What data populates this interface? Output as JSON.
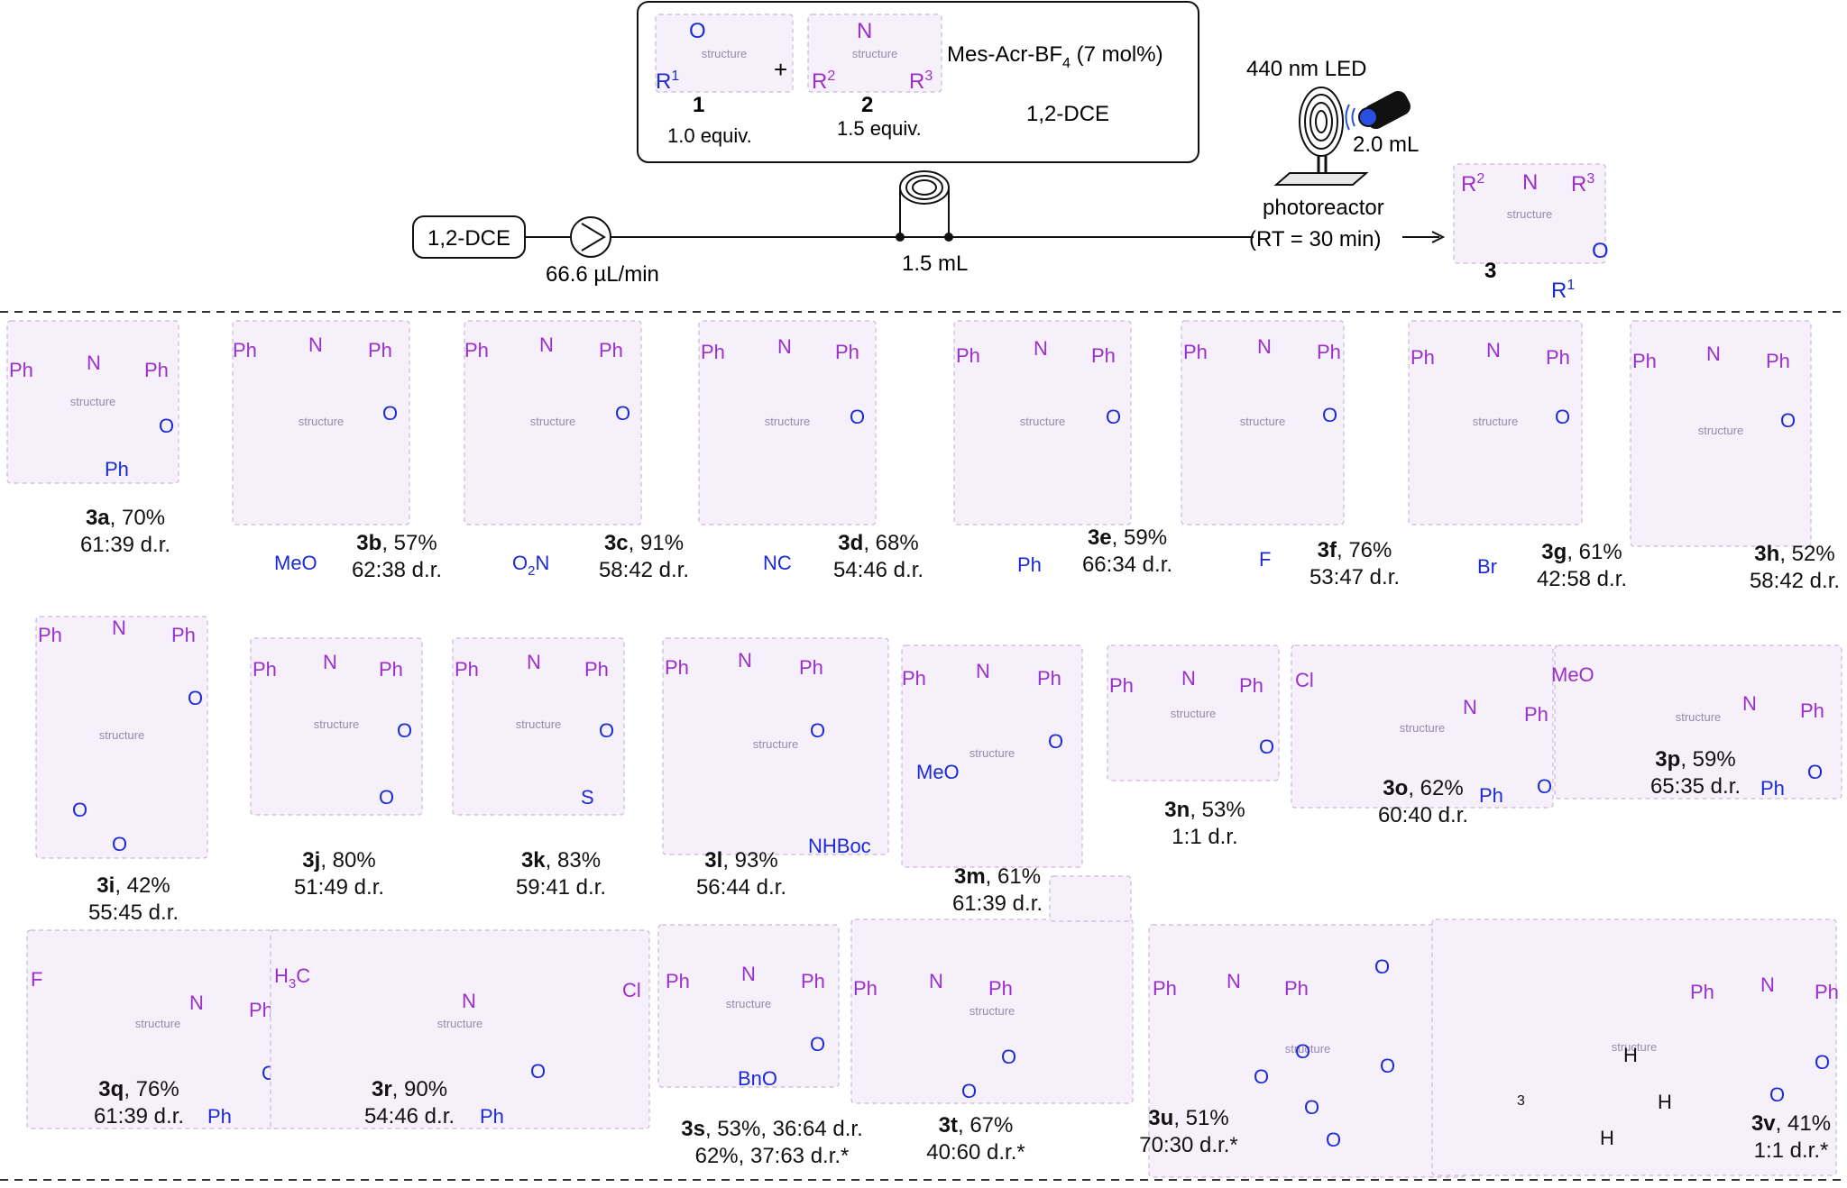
{
  "colors": {
    "heterocycle": "#9b30c8",
    "substituent": "#1a2bd6",
    "text": "#111111",
    "led": "#2a4fe0"
  },
  "scheme": {
    "reagent_box": {
      "sub1_r_label": "R",
      "sub1_r_sup": "1",
      "sub1_o": "O",
      "sub1_num": "1",
      "sub1_equiv": "1.0 equiv.",
      "plus": "+",
      "sub2_r2": "R",
      "sub2_r2_sup": "2",
      "sub2_r3": "R",
      "sub2_r3_sup": "3",
      "sub2_n": "N",
      "sub2_num": "2",
      "sub2_equiv": "1.5 equiv.",
      "catalyst_main": "Mes-Acr-BF",
      "catalyst_sub": "4",
      "catalyst_tail": " (7 mol%)",
      "solvent": "1,2-DCE"
    },
    "flow": {
      "solvent_box": "1,2-DCE",
      "flow_rate": "66.6 µL/min",
      "loop_volume": "1.5 mL",
      "led": "440 nm LED",
      "reactor_volume": "2.0 mL",
      "reactor_label": "photoreactor",
      "residence": "(RT = 30 min)"
    },
    "product": {
      "r2": "R",
      "r2_sup": "2",
      "n": "N",
      "r3": "R",
      "r3_sup": "3",
      "o": "O",
      "r1": "R",
      "r1_sup": "1",
      "num": "3"
    }
  },
  "compounds": {
    "3a": {
      "id": "3a",
      "rest": ", 70%",
      "dr": "61:39 d.r.",
      "labels": [
        "Ph",
        "N",
        "Ph",
        "O",
        "Ph"
      ]
    },
    "3b": {
      "id": "3b",
      "rest": ", 57%",
      "dr": "62:38 d.r.",
      "labels": [
        "Ph",
        "N",
        "Ph",
        "O",
        "MeO"
      ]
    },
    "3c": {
      "id": "3c",
      "rest": ", 91%",
      "dr": "58:42 d.r.",
      "labels": [
        "Ph",
        "N",
        "Ph",
        "O",
        "O",
        "2",
        "N"
      ]
    },
    "3d": {
      "id": "3d",
      "rest": ", 68%",
      "dr": "54:46 d.r.",
      "labels": [
        "Ph",
        "N",
        "Ph",
        "O",
        "NC"
      ]
    },
    "3e": {
      "id": "3e",
      "rest": ", 59%",
      "dr": "66:34 d.r.",
      "labels": [
        "Ph",
        "N",
        "Ph",
        "O",
        "Ph"
      ]
    },
    "3f": {
      "id": "3f",
      "rest": ", 76%",
      "dr": "53:47 d.r.",
      "labels": [
        "Ph",
        "N",
        "Ph",
        "O",
        "F"
      ]
    },
    "3g": {
      "id": "3g",
      "rest": ", 61%",
      "dr": "42:58 d.r.",
      "labels": [
        "Ph",
        "N",
        "Ph",
        "O",
        "Br"
      ]
    },
    "3h": {
      "id": "3h",
      "rest": ", 52%",
      "dr": "58:42 d.r.",
      "labels": [
        "Ph",
        "N",
        "Ph",
        "O"
      ]
    },
    "3i": {
      "id": "3i",
      "rest": ", 42%",
      "dr": "55:45 d.r.",
      "labels": [
        "Ph",
        "N",
        "Ph",
        "O",
        "O",
        "O"
      ]
    },
    "3j": {
      "id": "3j",
      "rest": ", 80%",
      "dr": "51:49 d.r.",
      "labels": [
        "Ph",
        "N",
        "Ph",
        "O",
        "O"
      ]
    },
    "3k": {
      "id": "3k",
      "rest": ", 83%",
      "dr": "59:41 d.r.",
      "labels": [
        "Ph",
        "N",
        "Ph",
        "O",
        "S"
      ]
    },
    "3l": {
      "id": "3l",
      "rest": ", 93%",
      "dr": "56:44 d.r.",
      "labels": [
        "Ph",
        "N",
        "Ph",
        "O",
        "NHBoc"
      ]
    },
    "3m": {
      "id": "3m",
      "rest": ", 61%",
      "dr": "61:39 d.r.",
      "labels": [
        "Ph",
        "N",
        "Ph",
        "O",
        "MeO"
      ]
    },
    "3n": {
      "id": "3n",
      "rest": ", 53%",
      "dr": "1:1 d.r.",
      "labels": [
        "Ph",
        "N",
        "Ph",
        "O"
      ]
    },
    "3o": {
      "id": "3o",
      "rest": ", 62%",
      "dr": "60:40 d.r.",
      "labels": [
        "Cl",
        "N",
        "Ph",
        "O",
        "Ph"
      ]
    },
    "3p": {
      "id": "3p",
      "rest": ", 59%",
      "dr": "65:35 d.r.",
      "labels": [
        "MeO",
        "N",
        "Ph",
        "O",
        "Ph"
      ]
    },
    "3q": {
      "id": "3q",
      "rest": ", 76%",
      "dr": "61:39 d.r.",
      "labels": [
        "F",
        "N",
        "Ph",
        "O",
        "Ph"
      ]
    },
    "3r": {
      "id": "3r",
      "rest": ", 90%",
      "dr": "54:46 d.r.",
      "labels": [
        "H",
        "3",
        "C",
        "N",
        "Cl",
        "O",
        "Ph"
      ]
    },
    "3s": {
      "id": "3s",
      "rest": ", 53%, 36:64 d.r.",
      "dr": "62%, 37:63 d.r.*",
      "labels": [
        "Ph",
        "N",
        "Ph",
        "O",
        "BnO"
      ]
    },
    "3t": {
      "id": "3t",
      "rest": ", 67%",
      "dr": "40:60 d.r.*",
      "labels": [
        "Ph",
        "N",
        "Ph",
        "O",
        "O"
      ]
    },
    "3u": {
      "id": "3u",
      "rest": ", 51%",
      "dr": "70:30 d.r.*",
      "labels": [
        "Ph",
        "N",
        "Ph",
        "O",
        "O",
        "O",
        "O",
        "O",
        "O",
        "O"
      ]
    },
    "3v": {
      "id": "3v",
      "rest": ", 41%",
      "dr": "1:1 d.r.*",
      "labels": [
        "Ph",
        "N",
        "Ph",
        "O",
        "O",
        "3",
        "H",
        "H",
        "H"
      ]
    }
  }
}
